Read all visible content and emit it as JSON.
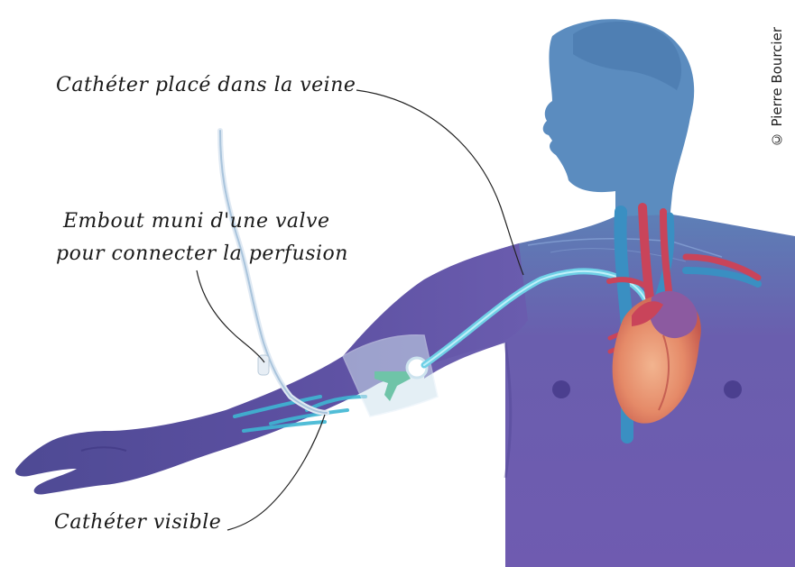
{
  "labels": {
    "catheter_in_vein": "Cathéter placé dans la veine",
    "valve_line1": "Embout muni d'une valve",
    "valve_line2": "pour connecter la perfusion",
    "visible_catheter": "Cathéter visible"
  },
  "credit": "© Pierre Bourcier",
  "colors": {
    "body": "#6b5fae",
    "body_dark": "#4d4390",
    "head": "#5a8fb8",
    "catheter": "#7fd3e6",
    "vein_blue": "#3a8fb8",
    "artery_red": "#c9445a",
    "heart": "#e07a5f",
    "heart_purple": "#8c5aa0"
  }
}
